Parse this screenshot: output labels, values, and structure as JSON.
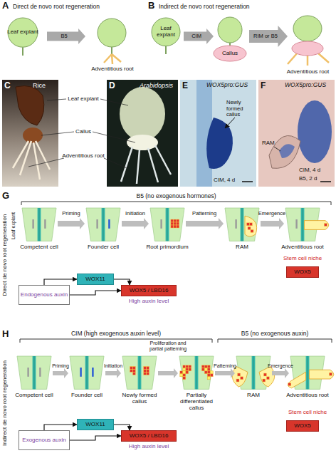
{
  "diagram": {
    "nodes": [
      {
        "text": [
          "Leaf explant"
        ]
      },
      {
        "text": [
          "B5"
        ]
      },
      {
        "text": [
          "Leaf explant"
        ]
      },
      {
        "text": [
          "CIM"
        ]
      },
      {
        "text": [
          "Callus"
        ]
      },
      {
        "text": [
          "RIM or B5"
        ]
      },
      {
        "text": [
          "Endogenous auxin"
        ]
      },
      {
        "text": [
          "WOX11"
        ]
      },
      {
        "text": [
          "WOX5 / LBD16"
        ]
      },
      {
        "text": [
          "WOX5"
        ]
      },
      {
        "text": [
          "Exogenous auxin"
        ]
      },
      {
        "text": [
          "WOX11"
        ]
      },
      {
        "text": [
          "WOX5 / LBD16"
        ]
      },
      {
        "text": [
          "WOX5"
        ]
      }
    ],
    "edges": [
      {
        "from": 6,
        "to": 7,
        "arrow": "to"
      },
      {
        "from": 7,
        "to": 8,
        "arrow": "to"
      },
      {
        "from": 6,
        "to": 8,
        "arrow": "to"
      },
      {
        "from": 10,
        "to": 11,
        "arrow": "to"
      },
      {
        "from": 11,
        "to": 12,
        "arrow": "to"
      },
      {
        "from": 10,
        "to": 12,
        "arrow": "to"
      }
    ],
    "labels": [
      "A",
      "Direct de novo root regeneration",
      "Adventitious root",
      "B",
      "Indirect de novo root regeneration",
      "Adventitious root",
      "C",
      "Rice",
      "Leaf explant",
      "Callus",
      "Adventitious root",
      "D",
      "Arabidopsis",
      "E",
      "WOX5pro:GUS",
      "Newly formed callus",
      "CIM, 4 d",
      "F",
      "WOX5pro:GUS",
      "RAM",
      "CIM, 4 d",
      "B5, 2 d",
      "G",
      "B5 (no exogenous hormones)",
      "Direct de novo root regeneration",
      "Leaf explant",
      "Priming",
      "Initiation",
      "Patterning",
      "Emergence",
      "Competent cell",
      "Founder cell",
      "Root primordium",
      "RAM",
      "Adventitious root",
      "Stem cell niche",
      "High auxin level",
      "H",
      "CIM (high exogenous auxin level)",
      "B5 (no exogenous auxin)",
      "Indirect de novo root regeneration",
      "Priming",
      "Initiation",
      "Proliferation and partial patterning",
      "Patterning",
      "Emergence",
      "Competent cell",
      "Founder cell",
      "Newly formed callus",
      "Partially differentiated callus",
      "RAM",
      "Adventitious root",
      "Stem cell niche",
      "High auxin level"
    ]
  }
}
